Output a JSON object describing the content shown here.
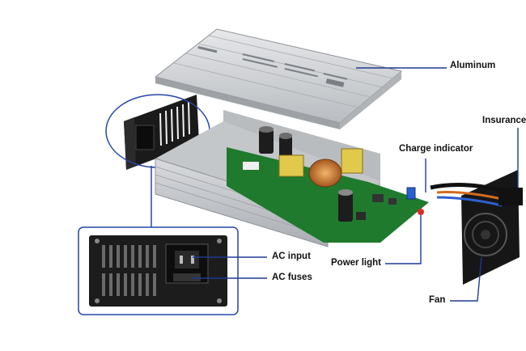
{
  "labels": {
    "aluminum": "Aluminum",
    "insurance": "Insurance",
    "charge_indicator": "Charge indicator",
    "power_light": "Power light",
    "ac_input": "AC input",
    "ac_fuses": "AC fuses",
    "fan": "Fan"
  },
  "colors": {
    "leader_line": "#1f3a93",
    "callout_border": "#2446a8",
    "aluminum": "#c9ccd0",
    "pcb": "#1f7a2e",
    "panel": "#161616"
  }
}
